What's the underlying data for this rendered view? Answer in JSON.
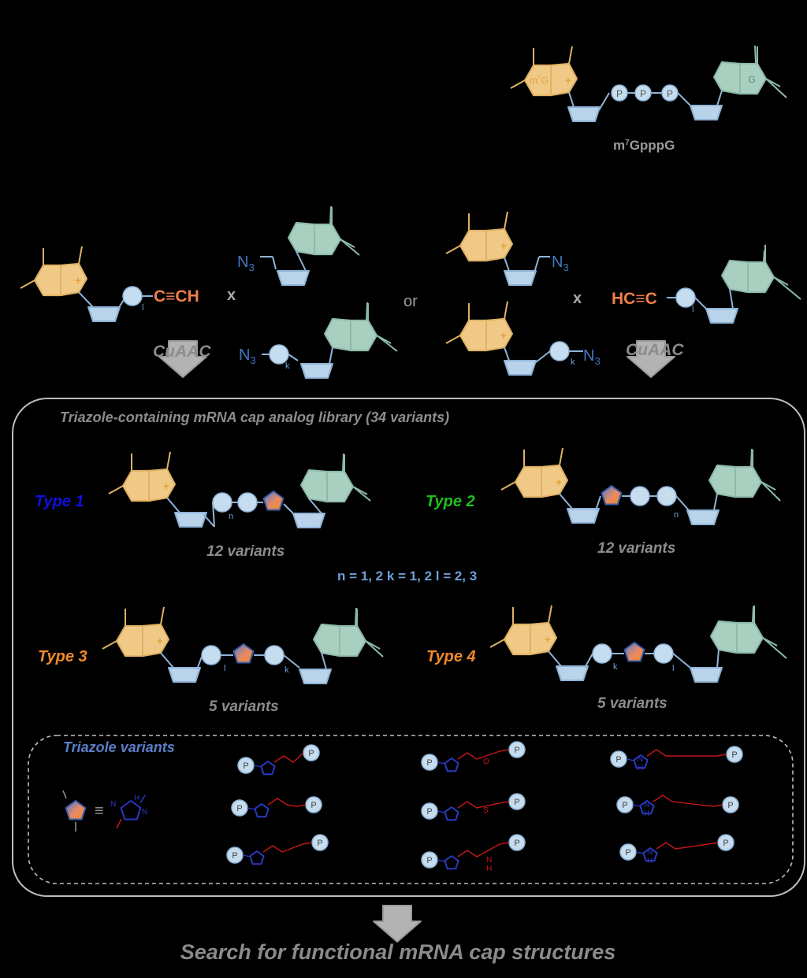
{
  "top_cap": {
    "m7g_label": "m",
    "m7g_sup": "7",
    "m7g_suffix": "G",
    "plus": "+",
    "g_label": "G",
    "phosphates": [
      "P",
      "P",
      "P"
    ],
    "name_m": "m",
    "name_sup": "7",
    "name_rest": "GpppG"
  },
  "reactants": {
    "alkyne_label": "C≡CH",
    "alkyne_label_right": "HC≡C",
    "azide_label": "N",
    "azide_sub": "3",
    "linker_l": "l",
    "linker_k": "k",
    "times": "x",
    "or": "or",
    "cuaac": "CuAAC"
  },
  "library": {
    "title": "Triazole-containing  mRNA cap analog library  (34 variants)",
    "type1": "Type 1",
    "type2": "Type 2",
    "type3": "Type 3",
    "type4": "Type 4",
    "type1_count": "12 variants",
    "type2_count": "12 variants",
    "type3_count": "5 variants",
    "type4_count": "5 variants",
    "params": "n = 1, 2   k = 1, 2   l = 2, 3",
    "n": "n",
    "k": "k",
    "l": "l"
  },
  "triazole": {
    "title": "Triazole variants",
    "equiv": "≡",
    "p": "P",
    "O": "O",
    "S": "S",
    "H": "H",
    "N": "N",
    "NH": "N−H",
    "NN": "N=N",
    "NNN": "N  N"
  },
  "footer": {
    "text": "Search for functional mRNA cap structures"
  },
  "colors": {
    "m7g_fill": "#f0c987",
    "g_fill": "#a9cfc0",
    "sugar_fill": "#b8d3ea",
    "p_fill": "#c6dcef",
    "stroke_blue": "#8fb3d6",
    "alkyne": "#f07f4a",
    "azide": "#3f79c4",
    "type1": "#1010e0",
    "type2": "#1fbf1f",
    "type34": "#f08a2c",
    "gray_text": "#8c8c8c",
    "params": "#6f9fd8",
    "tri_title": "#5b7ec9"
  }
}
